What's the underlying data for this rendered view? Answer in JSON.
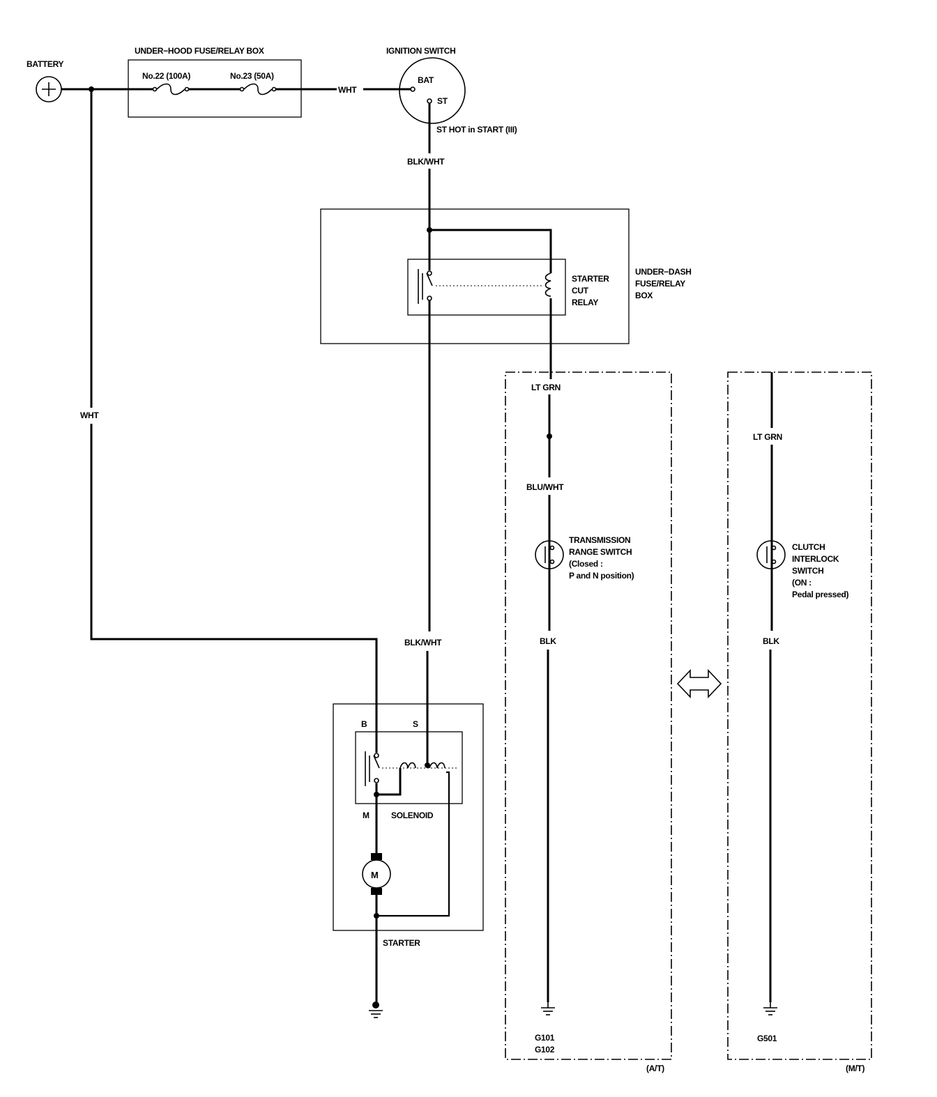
{
  "labels": {
    "battery": "BATTERY",
    "underhood_box": "UNDER−HOOD FUSE/RELAY BOX",
    "fuse22": "No.22 (100A)",
    "fuse23": "No.23 (50A)",
    "wht_top": "WHT",
    "ignition_switch": "IGNITION SWITCH",
    "bat_terminal": "BAT",
    "st_terminal": "ST",
    "st_hot": "ST HOT in START (III)",
    "blk_wht_upper": "BLK/WHT",
    "starter_cut_relay_1": "STARTER",
    "starter_cut_relay_2": "CUT",
    "starter_cut_relay_3": "RELAY",
    "underdash_1": "UNDER−DASH",
    "underdash_2": "FUSE/RELAY",
    "underdash_3": "BOX",
    "wht_left": "WHT",
    "lt_grn_at": "LT GRN",
    "blu_wht": "BLU/WHT",
    "trs_1": "TRANSMISSION",
    "trs_2": "RANGE SWITCH",
    "trs_3": "(Closed :",
    "trs_4": "P and N position)",
    "blk_at": "BLK",
    "g101": "G101",
    "g102": "G102",
    "at_tag": "(A/T)",
    "lt_grn_mt": "LT GRN",
    "clutch_1": "CLUTCH",
    "clutch_2": "INTERLOCK",
    "clutch_3": "SWITCH",
    "clutch_4": "(ON :",
    "clutch_5": "Pedal pressed)",
    "blk_mt": "BLK",
    "g501": "G501",
    "mt_tag": "(M/T)",
    "blk_wht_lower": "BLK/WHT",
    "term_b": "B",
    "term_s": "S",
    "term_m": "M",
    "solenoid": "SOLENOID",
    "motor": "M",
    "starter": "STARTER"
  }
}
